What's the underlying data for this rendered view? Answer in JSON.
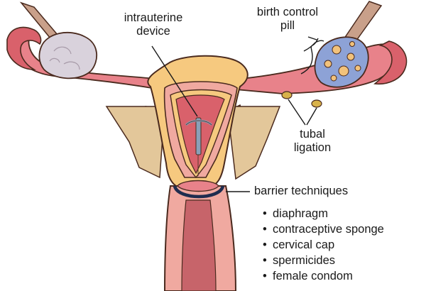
{
  "labels": {
    "iud_line1": "intrauterine",
    "iud_line2": "device",
    "pill_line1": "birth control",
    "pill_line2": "pill",
    "tubal_line1": "tubal",
    "tubal_line2": "ligation",
    "barrier_title": "barrier techniques"
  },
  "barrier_items": [
    "diaphragm",
    "contraceptive sponge",
    "cervical cap",
    "spermicides",
    "female condom"
  ],
  "bullet": "•",
  "colors": {
    "outline": "#4a2a1e",
    "uterus_outer": "#f6c97f",
    "uterus_inner": "#f0a9a0",
    "tube_pink": "#e8828a",
    "fimbria": "#d9616b",
    "ovary_left": "#d9d2dc",
    "ovary_right": "#8da2d6",
    "follicle": "#f2c27b",
    "ligament": "#c9a08a",
    "iud": "#8aa0b8",
    "diaphragm": "#1f2d4f",
    "cervix_dark": "#c7646a"
  }
}
